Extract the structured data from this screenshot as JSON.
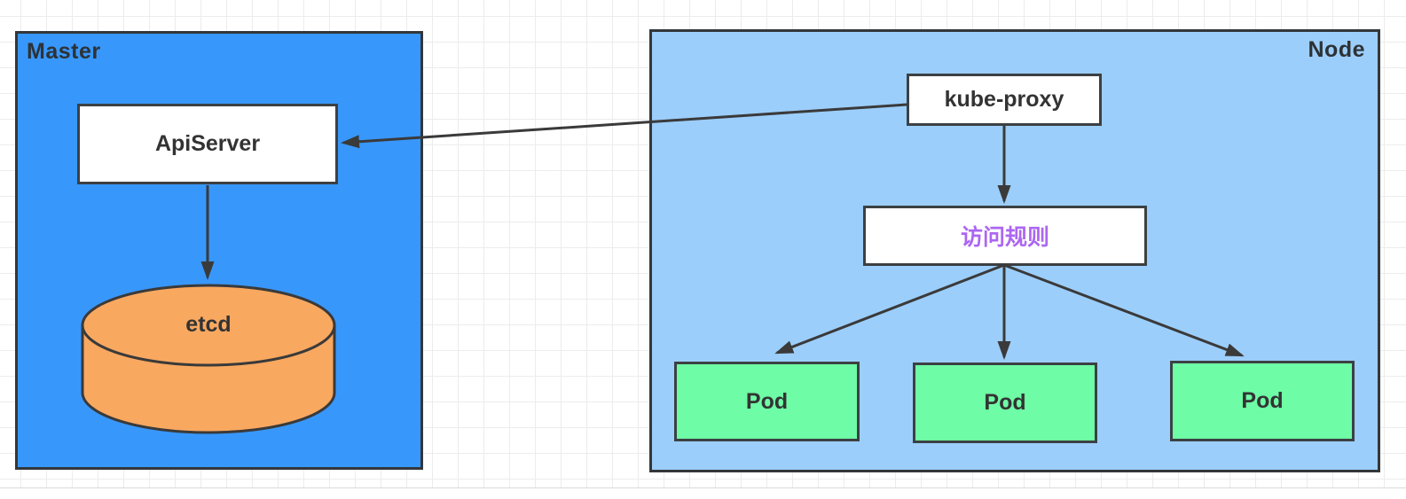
{
  "canvas": {
    "background": "#FFFFFF",
    "grid_color": "#ECECEC",
    "stroke_color": "#3A3A3A",
    "text_color": "#333333"
  },
  "groups": {
    "master": {
      "label": "Master",
      "fill": "#3897FA"
    },
    "node": {
      "label": "Node",
      "fill": "#9CCEFB"
    }
  },
  "nodes": {
    "apiserver": {
      "label": "ApiServer",
      "fill": "#FFFFFF",
      "shape": "rectangle"
    },
    "etcd": {
      "label": "etcd",
      "fill": "#F9A860",
      "shape": "cylinder"
    },
    "kube_proxy": {
      "label": "kube-proxy",
      "fill": "#FFFFFF",
      "shape": "rectangle"
    },
    "access_rules": {
      "label": "访问规则",
      "fill": "#FFFFFF",
      "shape": "rectangle",
      "text_color": "#AC66F2"
    },
    "pods": [
      {
        "label": "Pod",
        "fill": "#6EFCA6"
      },
      {
        "label": "Pod",
        "fill": "#6EFCA6"
      },
      {
        "label": "Pod",
        "fill": "#6EFCA6"
      }
    ]
  },
  "edges": [
    {
      "from": "kube-proxy",
      "to": "ApiServer",
      "arrow": "end"
    },
    {
      "from": "ApiServer",
      "to": "etcd",
      "arrow": "end"
    },
    {
      "from": "kube-proxy",
      "to": "访问规则",
      "arrow": "end"
    },
    {
      "from": "访问规则",
      "to": "Pod (left)",
      "arrow": "end"
    },
    {
      "from": "访问规则",
      "to": "Pod (middle)",
      "arrow": "end"
    },
    {
      "from": "访问规则",
      "to": "Pod (right)",
      "arrow": "end"
    }
  ]
}
